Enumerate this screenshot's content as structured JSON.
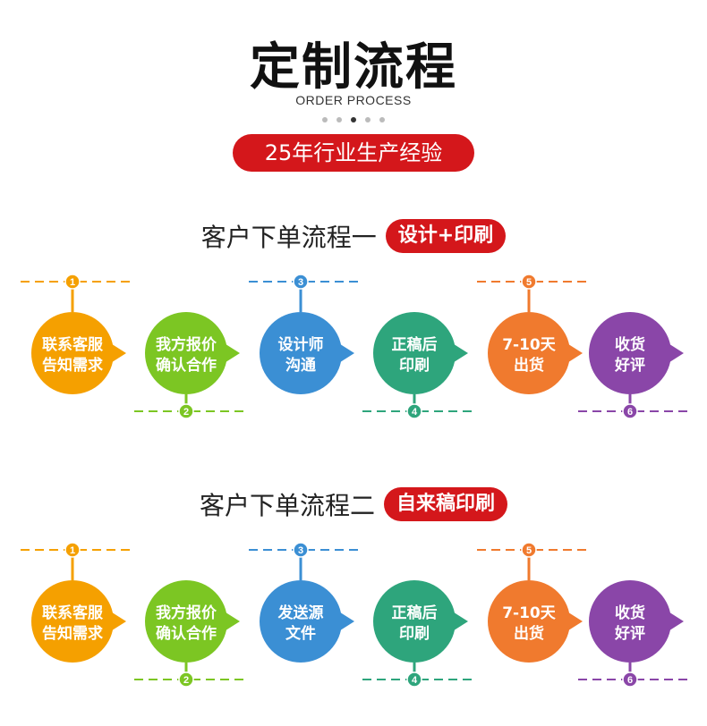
{
  "header": {
    "title": "定制流程",
    "subtitle": "ORDER PROCESS",
    "badge": "25年行业生产经验"
  },
  "flows": [
    {
      "title": "客户下单流程一",
      "tag": "设计+印刷",
      "steps": [
        {
          "number": "1",
          "lines": [
            "联系客服",
            "告知需求"
          ],
          "color": "#f5a000"
        },
        {
          "number": "2",
          "lines": [
            "我方报价",
            "确认合作"
          ],
          "color": "#7cc623"
        },
        {
          "number": "3",
          "lines": [
            "设计师",
            "沟通"
          ],
          "color": "#3b8fd4"
        },
        {
          "number": "4",
          "lines": [
            "正稿后",
            "印刷"
          ],
          "color": "#2ea57c"
        },
        {
          "number": "5",
          "lines": [
            "7-10天",
            "出货"
          ],
          "color": "#f07a2e"
        },
        {
          "number": "6",
          "lines": [
            "收货",
            "好评"
          ],
          "color": "#8a46a8"
        }
      ]
    },
    {
      "title": "客户下单流程二",
      "tag": "自来稿印刷",
      "steps": [
        {
          "number": "1",
          "lines": [
            "联系客服",
            "告知需求"
          ],
          "color": "#f5a000"
        },
        {
          "number": "2",
          "lines": [
            "我方报价",
            "确认合作"
          ],
          "color": "#7cc623"
        },
        {
          "number": "3",
          "lines": [
            "发送源",
            "文件"
          ],
          "color": "#3b8fd4"
        },
        {
          "number": "4",
          "lines": [
            "正稿后",
            "印刷"
          ],
          "color": "#2ea57c"
        },
        {
          "number": "5",
          "lines": [
            "7-10天",
            "出货"
          ],
          "color": "#f07a2e"
        },
        {
          "number": "6",
          "lines": [
            "收货",
            "好评"
          ],
          "color": "#8a46a8"
        }
      ]
    }
  ]
}
